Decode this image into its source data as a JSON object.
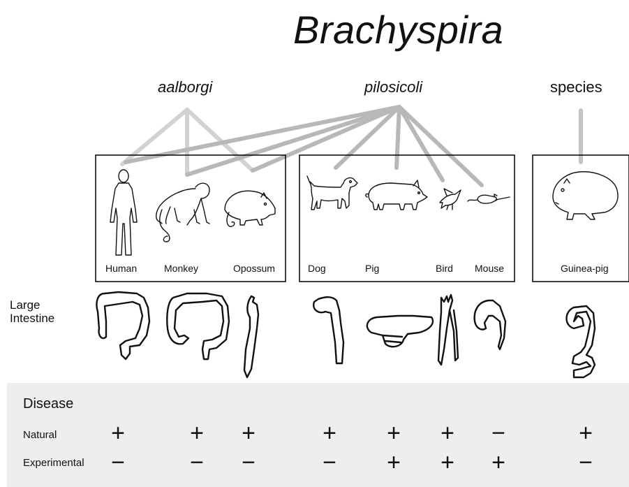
{
  "title": "Brachyspira",
  "groups": {
    "aalborgi": "aalborgi",
    "pilosicoli": "pilosicoli",
    "species": "species"
  },
  "hosts": [
    "Human",
    "Monkey",
    "Opossum",
    "Dog",
    "Pig",
    "Bird",
    "Mouse",
    "Guinea-pig"
  ],
  "large_intestine_label": "Large Intestine",
  "disease": {
    "title": "Disease",
    "rows": [
      {
        "label": "Natural",
        "marks": [
          "+",
          "+",
          "+",
          "+",
          "+",
          "+",
          "−",
          "+"
        ]
      },
      {
        "label": "Experimental",
        "marks": [
          "−",
          "−",
          "−",
          "−",
          "+",
          "+",
          "+",
          "−"
        ]
      }
    ]
  },
  "colors": {
    "aalborgi_lines": "#d2d2d2",
    "pilosicoli_lines": "#b8b8b8",
    "panel": "#eeeeec"
  }
}
